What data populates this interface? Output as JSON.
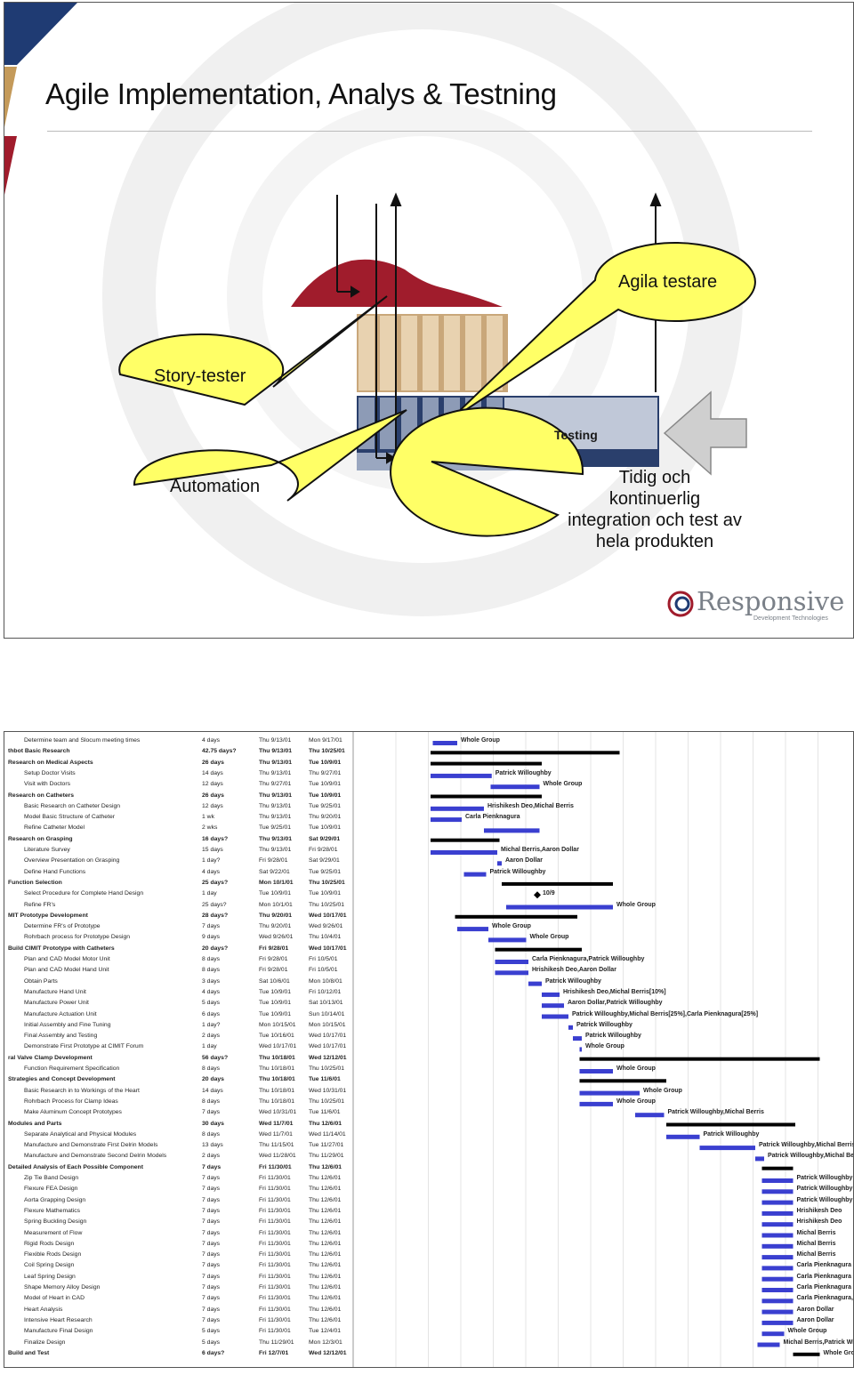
{
  "slide": {
    "title": "Agile Implementation, Analys & Testning",
    "testing_label": "Testing",
    "bubbles": {
      "agila": "Agila testare",
      "story": "Story-tester",
      "automation": "Automation",
      "tidig": [
        "Tidig och",
        "kontinuerlig",
        "integration och test av",
        "hela produkten"
      ]
    },
    "logo": {
      "name": "Responsive",
      "tagline": "Development Technologies"
    },
    "colors": {
      "accent_blue": "#1f3b73",
      "accent_gold": "#c49a5a",
      "accent_red": "#a01c2c",
      "bubble_fill": "#ffff66"
    }
  },
  "gantt": {
    "tasks": [
      [
        "Determine team and Slocum meeting times",
        "4 days",
        "Thu 9/13/01",
        "Mon 9/17/01",
        0
      ],
      [
        "thbot Basic Research",
        "42.75 days?",
        "Thu 9/13/01",
        "Thu 10/25/01",
        1
      ],
      [
        "Research on Medical Aspects",
        "26 days",
        "Thu 9/13/01",
        "Tue 10/9/01",
        1
      ],
      [
        "Setup Doctor Visits",
        "14 days",
        "Thu 9/13/01",
        "Thu 9/27/01",
        0
      ],
      [
        "Visit with Doctors",
        "12 days",
        "Thu 9/27/01",
        "Tue 10/9/01",
        0
      ],
      [
        "Research on Catheters",
        "26 days",
        "Thu 9/13/01",
        "Tue 10/9/01",
        1
      ],
      [
        "Basic Research on Catheter Design",
        "12 days",
        "Thu 9/13/01",
        "Tue 9/25/01",
        0
      ],
      [
        "Model Basic Structure of Catheter",
        "1 wk",
        "Thu 9/13/01",
        "Thu 9/20/01",
        0
      ],
      [
        "Refine Catheter Model",
        "2 wks",
        "Tue 9/25/01",
        "Tue 10/9/01",
        0
      ],
      [
        "Research on Grasping",
        "16 days?",
        "Thu 9/13/01",
        "Sat 9/29/01",
        1
      ],
      [
        "Literature Survey",
        "15 days",
        "Thu 9/13/01",
        "Fri 9/28/01",
        0
      ],
      [
        "Overview Presentation on Grasping",
        "1 day?",
        "Fri 9/28/01",
        "Sat 9/29/01",
        0
      ],
      [
        "Define Hand Functions",
        "4 days",
        "Sat 9/22/01",
        "Tue 9/25/01",
        0
      ],
      [
        "Function Selection",
        "25 days?",
        "Mon 10/1/01",
        "Thu 10/25/01",
        1
      ],
      [
        "Select Procedure for Complete Hand Design",
        "1 day",
        "Tue 10/9/01",
        "Tue 10/9/01",
        0
      ],
      [
        "Refine FR's",
        "25 days?",
        "Mon 10/1/01",
        "Thu 10/25/01",
        0
      ],
      [
        "MIT Prototype Development",
        "28 days?",
        "Thu 9/20/01",
        "Wed 10/17/01",
        1
      ],
      [
        "Determine FR's of Prototype",
        "7 days",
        "Thu 9/20/01",
        "Wed 9/26/01",
        0
      ],
      [
        "Rohrbach process for Prototype Design",
        "9 days",
        "Wed 9/26/01",
        "Thu 10/4/01",
        0
      ],
      [
        "Build CIMIT Prototype with Catheters",
        "20 days?",
        "Fri 9/28/01",
        "Wed 10/17/01",
        1
      ],
      [
        "Plan and CAD Model Motor Unit",
        "8 days",
        "Fri 9/28/01",
        "Fri 10/5/01",
        0
      ],
      [
        "Plan and CAD Model Hand Unit",
        "8 days",
        "Fri 9/28/01",
        "Fri 10/5/01",
        0
      ],
      [
        "Obtain Parts",
        "3 days",
        "Sat 10/6/01",
        "Mon 10/8/01",
        0
      ],
      [
        "Manufacture Hand Unit",
        "4 days",
        "Tue 10/9/01",
        "Fri 10/12/01",
        0
      ],
      [
        "Manufacture Power Unit",
        "5 days",
        "Tue 10/9/01",
        "Sat 10/13/01",
        0
      ],
      [
        "Manufacture Actuation Unit",
        "6 days",
        "Tue 10/9/01",
        "Sun 10/14/01",
        0
      ],
      [
        "Initial Assembly and Fine Tuning",
        "1 day?",
        "Mon 10/15/01",
        "Mon 10/15/01",
        0
      ],
      [
        "Final Assembly and Testing",
        "2 days",
        "Tue 10/16/01",
        "Wed 10/17/01",
        0
      ],
      [
        "Demonstrate First Prototype at CIMIT Forum",
        "1 day",
        "Wed 10/17/01",
        "Wed 10/17/01",
        0
      ],
      [
        "ral Valve Clamp Development",
        "56 days?",
        "Thu 10/18/01",
        "Wed 12/12/01",
        1
      ],
      [
        "Function Requirement Specification",
        "8 days",
        "Thu 10/18/01",
        "Thu 10/25/01",
        0
      ],
      [
        "Strategies and Concept Development",
        "20 days",
        "Thu 10/18/01",
        "Tue 11/6/01",
        1
      ],
      [
        "Basic Research in to Workings of the Heart",
        "14 days",
        "Thu 10/18/01",
        "Wed 10/31/01",
        0
      ],
      [
        "Rohrbach Process for Clamp Ideas",
        "8 days",
        "Thu 10/18/01",
        "Thu 10/25/01",
        0
      ],
      [
        "Make Aluminum Concept Prototypes",
        "7 days",
        "Wed 10/31/01",
        "Tue 11/6/01",
        0
      ],
      [
        "Modules and Parts",
        "30 days",
        "Wed 11/7/01",
        "Thu 12/6/01",
        1
      ],
      [
        "Separate Analytical and Physical Modules",
        "8 days",
        "Wed 11/7/01",
        "Wed 11/14/01",
        0
      ],
      [
        "Manufacture and Demonstrate First Delrin Models",
        "13 days",
        "Thu 11/15/01",
        "Tue 11/27/01",
        0
      ],
      [
        "Manufacture and Demonstrate Second Delrin Models",
        "2 days",
        "Wed 11/28/01",
        "Thu 11/29/01",
        0
      ],
      [
        "Detailed Analysis of Each Possible Component",
        "7 days",
        "Fri 11/30/01",
        "Thu 12/6/01",
        1
      ],
      [
        "Zip Tie Band Design",
        "7 days",
        "Fri 11/30/01",
        "Thu 12/6/01",
        0
      ],
      [
        "Flexure FEA Design",
        "7 days",
        "Fri 11/30/01",
        "Thu 12/6/01",
        0
      ],
      [
        "Aorta Grapping Design",
        "7 days",
        "Fri 11/30/01",
        "Thu 12/6/01",
        0
      ],
      [
        "Flexure Mathematics",
        "7 days",
        "Fri 11/30/01",
        "Thu 12/6/01",
        0
      ],
      [
        "Spring Buckling Design",
        "7 days",
        "Fri 11/30/01",
        "Thu 12/6/01",
        0
      ],
      [
        "Measurement of Flow",
        "7 days",
        "Fri 11/30/01",
        "Thu 12/6/01",
        0
      ],
      [
        "Rigid Rods Design",
        "7 days",
        "Fri 11/30/01",
        "Thu 12/6/01",
        0
      ],
      [
        "Flexible Rods Design",
        "7 days",
        "Fri 11/30/01",
        "Thu 12/6/01",
        0
      ],
      [
        "Coil Spring Design",
        "7 days",
        "Fri 11/30/01",
        "Thu 12/6/01",
        0
      ],
      [
        "Leaf Spring Design",
        "7 days",
        "Fri 11/30/01",
        "Thu 12/6/01",
        0
      ],
      [
        "Shape Memory Alloy Design",
        "7 days",
        "Fri 11/30/01",
        "Thu 12/6/01",
        0
      ],
      [
        "Model of Heart in CAD",
        "7 days",
        "Fri 11/30/01",
        "Thu 12/6/01",
        0
      ],
      [
        "Heart Analysis",
        "7 days",
        "Fri 11/30/01",
        "Thu 12/6/01",
        0
      ],
      [
        "Intensive Heart Research",
        "7 days",
        "Fri 11/30/01",
        "Thu 12/6/01",
        0
      ],
      [
        "Manufacture Final Design",
        "5 days",
        "Fri 11/30/01",
        "Tue 12/4/01",
        0
      ],
      [
        "Finalize Design",
        "5 days",
        "Thu 11/29/01",
        "Mon 12/3/01",
        0
      ],
      [
        "Build and Test",
        "6 days?",
        "Fri 12/7/01",
        "Wed 12/12/01",
        1
      ]
    ],
    "bars": [
      [
        "Whole Group",
        0,
        38,
        22,
        0
      ],
      [
        "",
        1,
        36,
        170,
        1
      ],
      [
        "",
        2,
        36,
        100,
        1
      ],
      [
        "Patrick Willoughby",
        3,
        36,
        55,
        0
      ],
      [
        "Whole Group",
        4,
        90,
        44,
        0
      ],
      [
        "",
        5,
        36,
        100,
        1
      ],
      [
        "Hrishikesh Deo,Michal Berris",
        6,
        36,
        48,
        0
      ],
      [
        "Carla Pienknagura",
        7,
        36,
        28,
        0
      ],
      [
        "",
        8,
        84,
        50,
        0
      ],
      [
        "",
        9,
        36,
        62,
        1
      ],
      [
        "Michal Berris,Aaron Dollar",
        10,
        36,
        60,
        0
      ],
      [
        "Aaron Dollar",
        11,
        96,
        4,
        0
      ],
      [
        "Patrick Willoughby",
        12,
        66,
        20,
        0
      ],
      [
        "",
        13,
        100,
        100,
        1
      ],
      [
        "10/9",
        14,
        132,
        0,
        2
      ],
      [
        "Whole Group",
        15,
        104,
        96,
        0
      ],
      [
        "",
        16,
        58,
        110,
        1
      ],
      [
        "Whole Group",
        17,
        60,
        28,
        0
      ],
      [
        "Whole Group",
        18,
        88,
        34,
        0
      ],
      [
        "",
        19,
        94,
        78,
        1
      ],
      [
        "Carla Pienknagura,Patrick Willoughby",
        20,
        94,
        30,
        0
      ],
      [
        "Hrishikesh Deo,Aaron Dollar",
        21,
        94,
        30,
        0
      ],
      [
        "Patrick Willoughby",
        22,
        124,
        12,
        0
      ],
      [
        "Hrishikesh Deo,Michal Berris[10%]",
        23,
        136,
        16,
        0
      ],
      [
        "Aaron Dollar,Patrick Willoughby",
        24,
        136,
        20,
        0
      ],
      [
        "Patrick Willoughby,Michal Berris[25%],Carla Pienknagura[25%]",
        25,
        136,
        24,
        0
      ],
      [
        "Patrick Willoughby",
        26,
        160,
        4,
        0
      ],
      [
        "Patrick Willoughby",
        27,
        164,
        8,
        0
      ],
      [
        "Whole Group",
        28,
        170,
        2,
        0
      ],
      [
        "",
        29,
        170,
        216,
        1
      ],
      [
        "Whole Group",
        30,
        170,
        30,
        0
      ],
      [
        "",
        31,
        170,
        78,
        1
      ],
      [
        "Whole Group",
        32,
        170,
        54,
        0
      ],
      [
        "Whole Group",
        33,
        170,
        30,
        0
      ],
      [
        "Patrick Willoughby,Michal Berris",
        34,
        220,
        26,
        0
      ],
      [
        "",
        35,
        248,
        116,
        1
      ],
      [
        "Patrick Willoughby",
        36,
        248,
        30,
        0
      ],
      [
        "Patrick Willoughby,Michal Berris",
        37,
        278,
        50,
        0
      ],
      [
        "Patrick Willoughby,Michal Berris",
        38,
        328,
        8,
        0
      ],
      [
        "",
        39,
        334,
        28,
        1
      ],
      [
        "Patrick Willoughby",
        40,
        334,
        28,
        0
      ],
      [
        "Patrick Willoughby",
        41,
        334,
        28,
        0
      ],
      [
        "Patrick Willoughby",
        42,
        334,
        28,
        0
      ],
      [
        "Hrishikesh Deo",
        43,
        334,
        28,
        0
      ],
      [
        "Hrishikesh Deo",
        44,
        334,
        28,
        0
      ],
      [
        "Michal Berris",
        45,
        334,
        28,
        0
      ],
      [
        "Michal Berris",
        46,
        334,
        28,
        0
      ],
      [
        "Michal Berris",
        47,
        334,
        28,
        0
      ],
      [
        "Carla Pienknagura",
        48,
        334,
        28,
        0
      ],
      [
        "Carla Pienknagura",
        49,
        334,
        28,
        0
      ],
      [
        "Carla Pienknagura",
        50,
        334,
        28,
        0
      ],
      [
        "Carla Pienknagura,Aaron Dollar",
        51,
        334,
        28,
        0
      ],
      [
        "Aaron Dollar",
        52,
        334,
        28,
        0
      ],
      [
        "Aaron Dollar",
        53,
        334,
        28,
        0
      ],
      [
        "Whole Group",
        54,
        334,
        20,
        0
      ],
      [
        "Michal Berris,Patrick Willoughby",
        55,
        330,
        20,
        0
      ],
      [
        "Whole Group",
        56,
        362,
        24,
        1
      ]
    ]
  }
}
